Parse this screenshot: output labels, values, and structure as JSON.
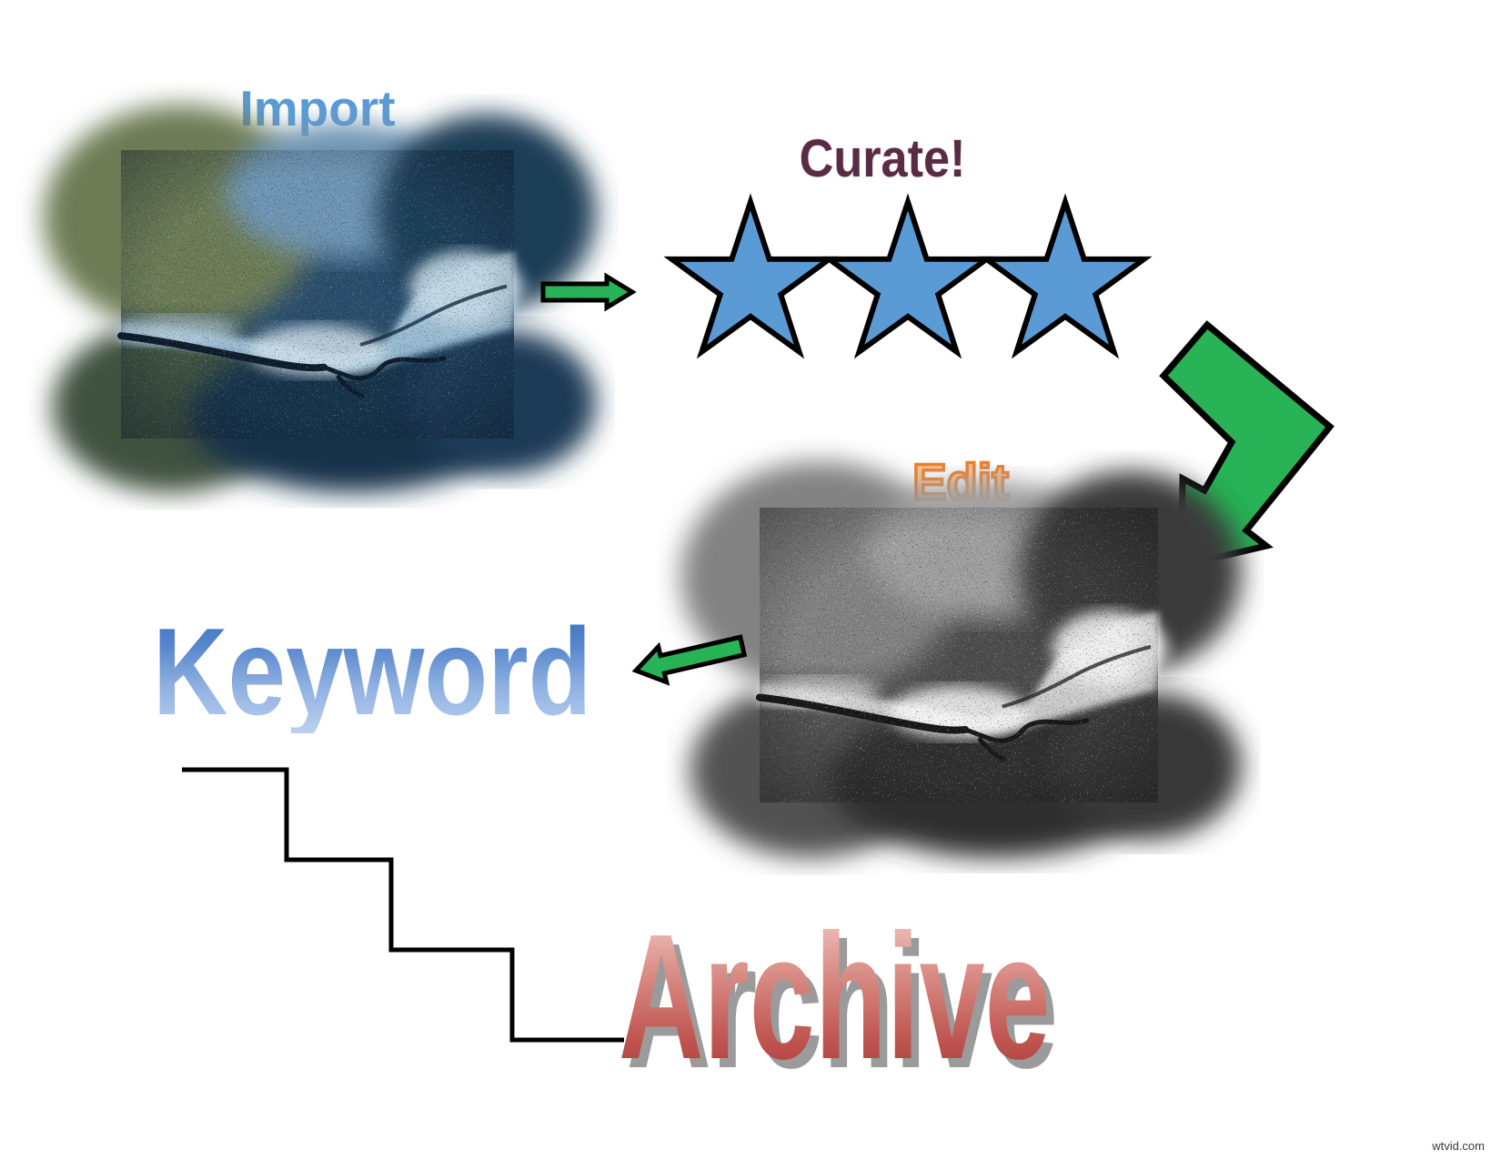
{
  "page": {
    "background": "#ffffff",
    "watermark": "wtvid.com"
  },
  "workflow": {
    "description": "Photography workflow diagram: Import, Curate, Edit, Keyword, Archive",
    "import": {
      "label": "Import",
      "color": "#5B9BD5",
      "photo": "aerial-winter-forest-river-color"
    },
    "curate": {
      "label": "Curate!",
      "color": "#5A2B45",
      "rating_stars": 3,
      "star_color": "#5B9BD5"
    },
    "edit": {
      "label": "Edit",
      "fill": "#F9C491",
      "outline": "#EC7F2E",
      "photo": "aerial-winter-forest-river-grayscale"
    },
    "keyword": {
      "label": "Keyword",
      "gradient_top": "#3D6EBE",
      "gradient_bottom": "#BBD1F0"
    },
    "archive": {
      "label": "Archive",
      "gradient_top": "#F2CAC6",
      "gradient_bottom": "#A93838",
      "shadow_color": "#9b9b9b"
    },
    "arrows": {
      "color": "#27B356",
      "outline": "#000000"
    }
  }
}
